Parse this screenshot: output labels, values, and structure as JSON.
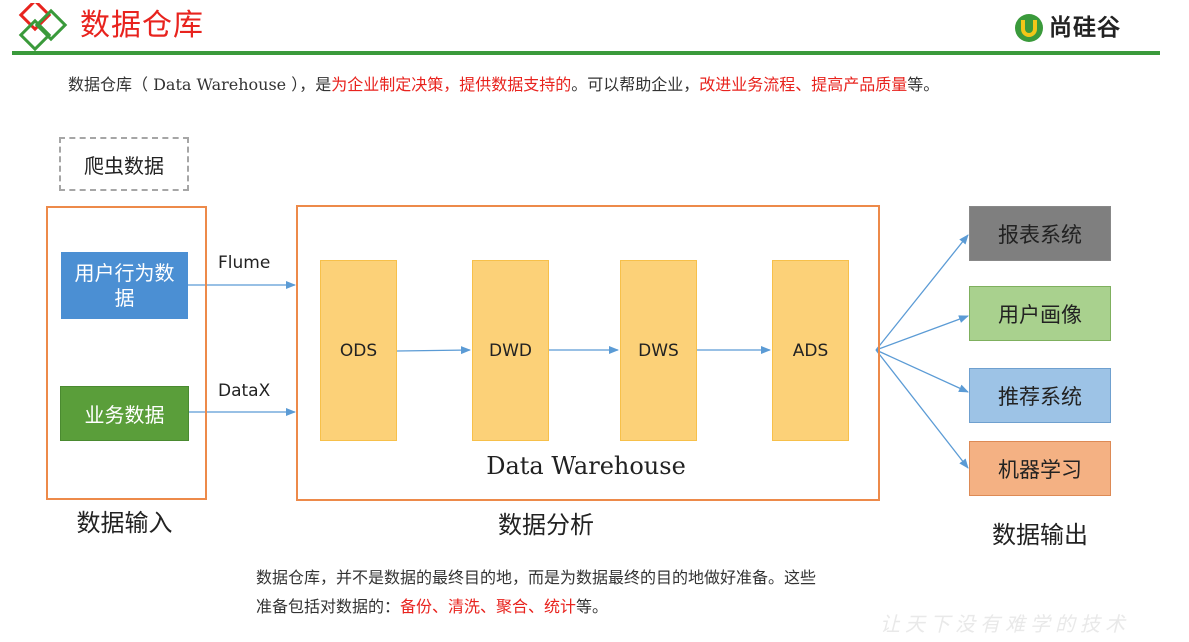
{
  "header": {
    "title": "数据仓库",
    "brand_name": "尚硅谷",
    "accent_color": "#e8231e",
    "rule_color": "#3a9a3b"
  },
  "intro": {
    "part1": "数据仓库（ Data Warehouse ），是",
    "highlight1": "为企业制定决策，提供数据支持的",
    "part2": "。可以帮助企业，",
    "highlight2": "改进业务流程、提高产品质量",
    "part3": "等。"
  },
  "inputs": {
    "crawler": "爬虫数据",
    "user_behavior": "用户行为数据",
    "business": "业务数据",
    "caption": "数据输入"
  },
  "transfer": {
    "flume": "Flume",
    "datax": "DataX"
  },
  "warehouse": {
    "layers": [
      "ODS",
      "DWD",
      "DWS",
      "ADS"
    ],
    "label": "Data Warehouse",
    "caption": "数据分析"
  },
  "outputs": {
    "items": [
      "报表系统",
      "用户画像",
      "推荐系统",
      "机器学习"
    ],
    "caption": "数据输出"
  },
  "note": {
    "line1": "数据仓库，并不是数据的最终目的地，而是为数据最终的目的地做好准备。这些",
    "line2_prefix": "准备包括对数据的：",
    "line2_highlight": "备份、清洗、聚合、统计",
    "line2_suffix": "等。"
  },
  "slogan": "让天下没有难学的技术"
}
